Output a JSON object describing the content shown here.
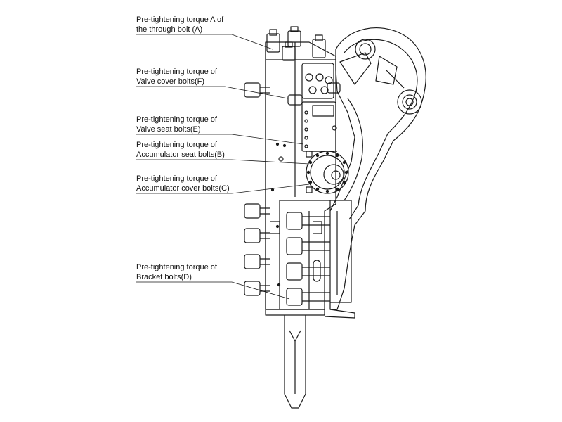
{
  "callouts": [
    {
      "id": "A",
      "line1": "Pre-tightening torque A of",
      "line2": "the through bolt (A)"
    },
    {
      "id": "F",
      "line1": "Pre-tightening torque of",
      "line2": "Valve cover bolts(F)"
    },
    {
      "id": "E",
      "line1": "Pre-tightening torque of",
      "line2": "Valve seat bolts(E)"
    },
    {
      "id": "B",
      "line1": "Pre-tightening torque of",
      "line2": "Accumulator seat bolts(B)"
    },
    {
      "id": "C",
      "line1": "Pre-tightening torque of",
      "line2": "Accumulator cover bolts(C)"
    },
    {
      "id": "D",
      "line1": "Pre-tightening torque of",
      "line2": "Bracket bolts(D)"
    }
  ],
  "colors": {
    "line": "#1a1a1a",
    "background": "#ffffff"
  }
}
